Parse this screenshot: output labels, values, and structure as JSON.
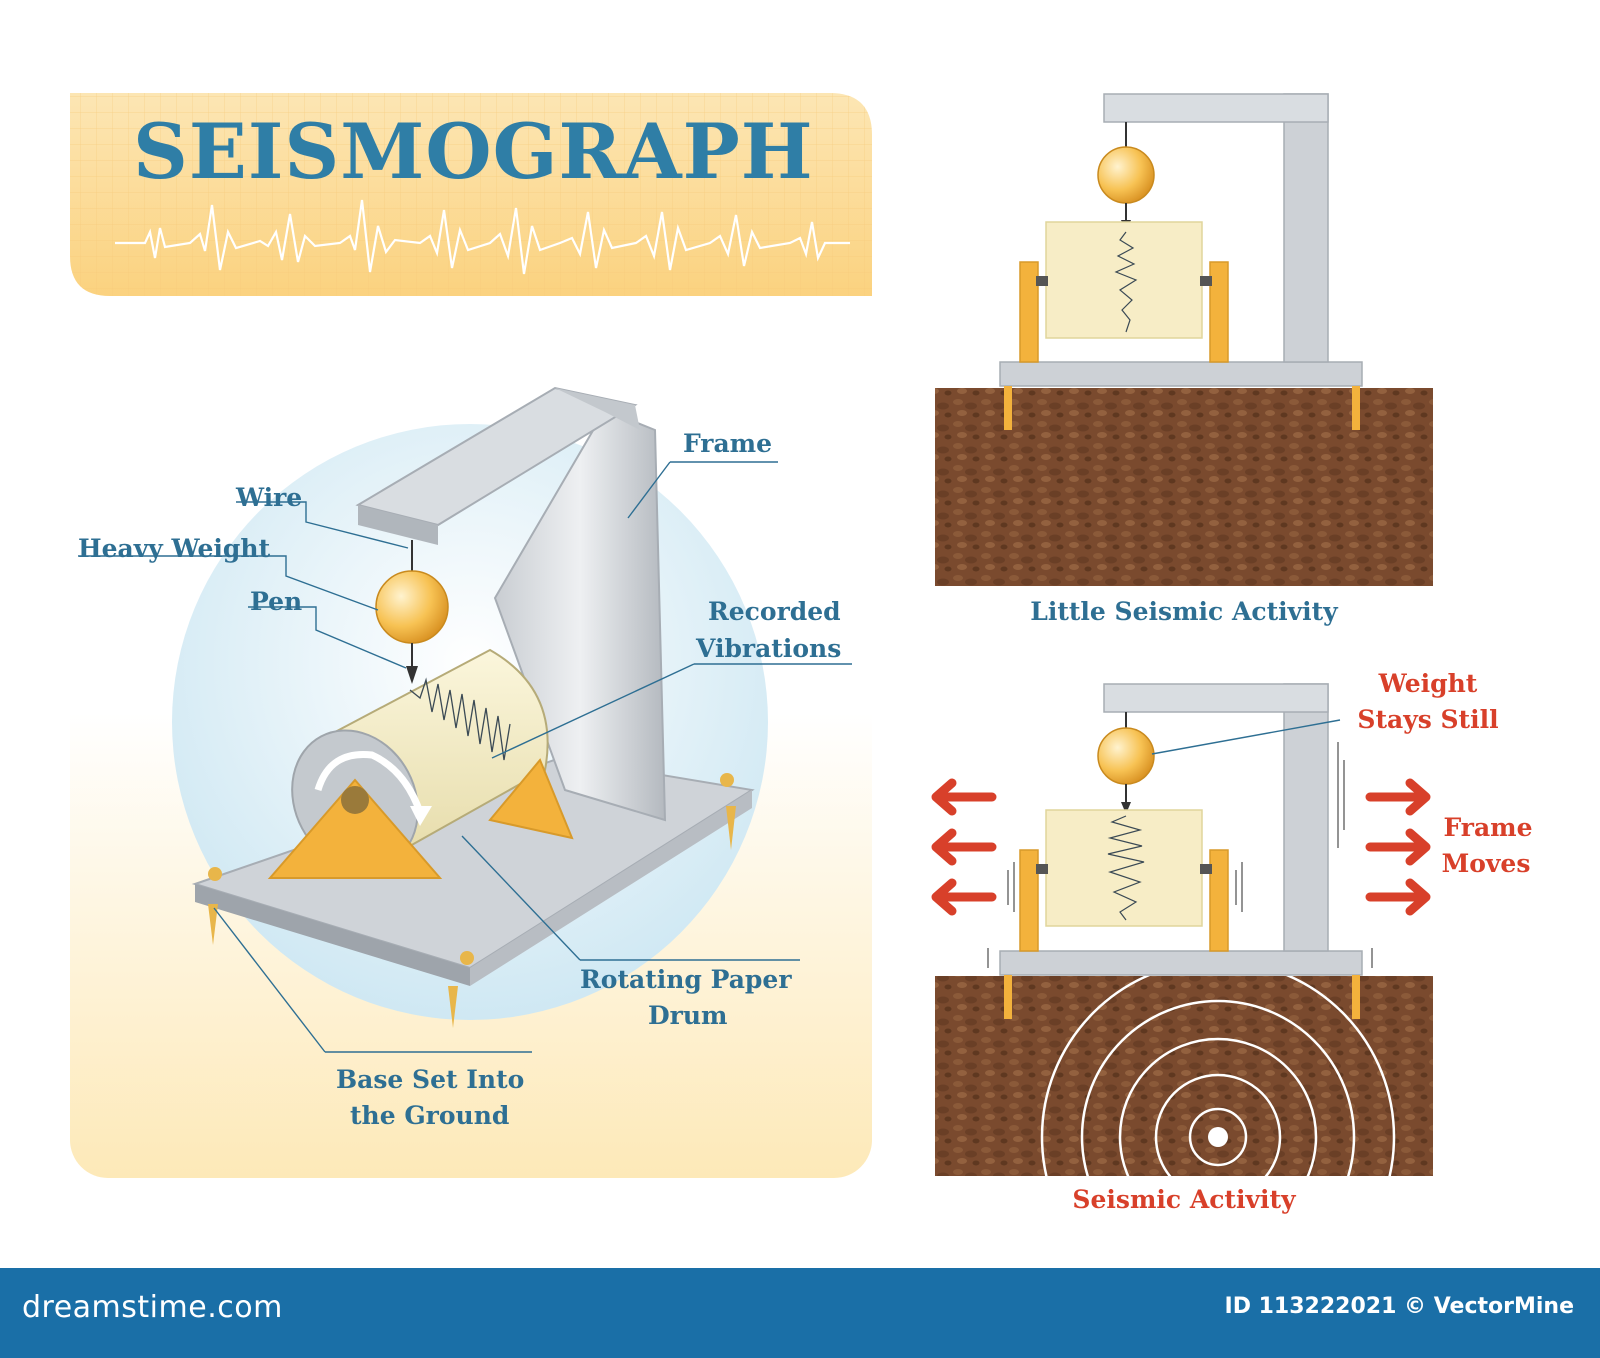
{
  "title": "SEISMOGRAPH",
  "labels": {
    "frame": "Frame",
    "wire": "Wire",
    "heavy_weight": "Heavy Weight",
    "pen": "Pen",
    "recorded_line1": "Recorded",
    "recorded_line2": "Vibrations",
    "rotating_line1": "Rotating Paper",
    "rotating_line2": "Drum",
    "base_line1": "Base Set Into",
    "base_line2": "the Ground"
  },
  "panels": {
    "top_caption": "Little Seismic Activity",
    "bottom_caption": "Seismic Activity",
    "weight_line1": "Weight",
    "weight_line2": "Stays Still",
    "frame_line1": "Frame",
    "frame_line2": "Moves"
  },
  "footer": {
    "site": "dreamstime.com",
    "id_text": "ID 113222021 © VectorMine"
  },
  "colors": {
    "title_blue": "#2f7ea6",
    "label_blue": "#2e6f93",
    "alert_red": "#d8402a",
    "soil_brown": "#7a4a2e",
    "weight_gold": "#f5b942",
    "footer_blue": "#1a6fa7"
  }
}
